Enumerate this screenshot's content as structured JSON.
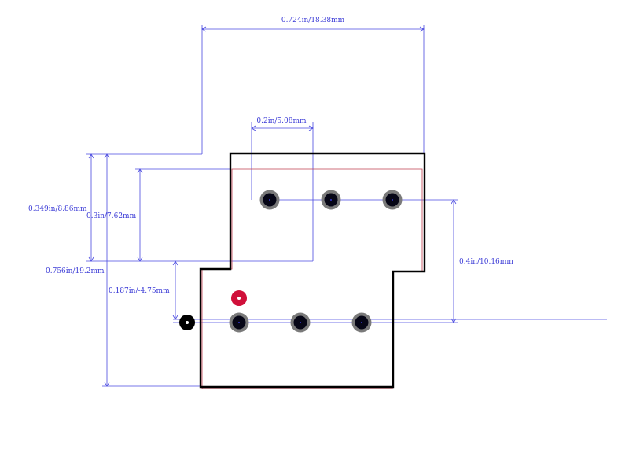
{
  "dimensions": {
    "overall_width": "0.724in/18.38mm",
    "pin_pitch": "0.2in/5.08mm",
    "row_spacing": "0.4in/10.16mm",
    "top_to_row1": "0.349in/8.86mm",
    "courtyard_to_row1": "0.3in/7.62mm",
    "overall_height": "0.756in/19.2mm",
    "notch_offset": "0.187in/-4.75mm"
  },
  "pins": {
    "top_row_count": 3,
    "bottom_row_count": 3,
    "pin1_marker_color": "#d0103a",
    "origin_marker_color": "#000000"
  },
  "colors": {
    "dimension": "#4a4ae0",
    "outline": "#000000",
    "courtyard": "#c04050",
    "pad_ring": "#7a7a7a"
  }
}
